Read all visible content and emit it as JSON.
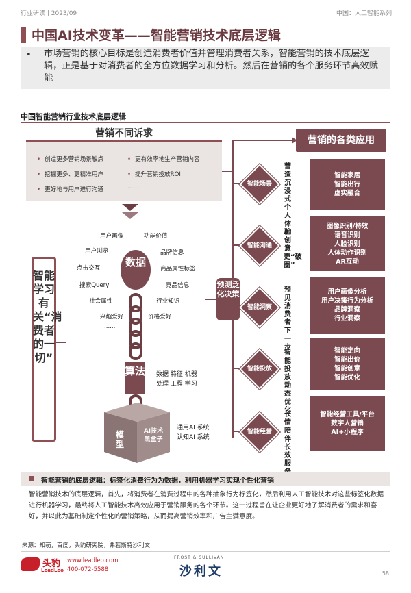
{
  "header": {
    "left": "行业研读 | 2023/09",
    "right": "中国：人工智能系列"
  },
  "title": "中国AI技术变革——智能营销技术底层逻辑",
  "intro": "市场营销的核心目标是创造消费者价值并管理消费者关系，智能营销的技术底层逻辑，正是基于对消费者的全方位数据学习和分析。然后在营销的各个服务环节高效赋能",
  "section_title": "中国智能营销行业技术底层逻辑",
  "demands": {
    "title": "营销不同诉求",
    "items": [
      "创造更多营销场景触点",
      "更有效率地生产营销内容",
      "挖掘更多、更精准用户",
      "提升营销投放ROI",
      "更好地与用户进行沟通",
      "......"
    ]
  },
  "data_node": {
    "label": "数据"
  },
  "data_tags": [
    "用户画像",
    "功能价值",
    "用户浏览",
    "品牌信息",
    "点击交互",
    "商品属性标签",
    "搜索Query",
    "竞品信息",
    "社会属性",
    "行业知识",
    "兴趣爱好",
    "价格爱好",
    "......"
  ],
  "algorithm": {
    "label": "算法",
    "desc_line1": "数据  特征  机器",
    "desc_line2": "处理  工程  学习"
  },
  "model": {
    "label": "模型",
    "box_label": "AI技术黑盒子",
    "desc_line1": "通用AI 系统",
    "desc_line2": "认知AI 系统"
  },
  "left_label": "智能学习有关“消费者的一切”",
  "predict_label": "预测泛化决策",
  "apps_title": "营销的各类应用",
  "scenes": [
    {
      "name": "智能场景",
      "desc": "营造沉浸式个人体验",
      "apps": [
        "智能家居",
        "智能出行",
        "虚实融合"
      ]
    },
    {
      "name": "智能沟通",
      "desc": "AI创意更“破圈”",
      "apps": [
        "图像识别/特效",
        "语音识别",
        "人脸识别",
        "人体动作识别",
        "AR互动"
      ]
    },
    {
      "name": "智能洞察",
      "desc": "预见消费者下一步",
      "apps": [
        "用户画像分析",
        "用户决策行为分析",
        "品牌洞察",
        "行业洞察"
      ]
    },
    {
      "name": "智能投放",
      "desc": "智能投放动态优化",
      "apps": [
        "智能定向",
        "智能出价",
        "智能创意",
        "智能优化"
      ]
    },
    {
      "name": "智能经营",
      "desc": "长情陪伴长效服务",
      "apps": [
        "智能经营工具/平台",
        "数字人营销",
        "AI+小程序"
      ]
    }
  ],
  "summary": {
    "title": "智能营销的底层逻辑：标签化消费行为为数据，利用机器学习实现个性化营销",
    "text": "智能营销技术的底层逻辑，首先，将消费者在消费过程中的各种抽象行为标签化，然后利用人工智能技术对这些标签化数据进行机器学习，最终将人工智能技术高效应用于营销服务的各个环节。这一过程旨在让企业更好地了解消费者的需求和喜好，并以此为基础制定个性化的营销策略，从而提高营销效率和广告主满意度。"
  },
  "source": "来源：知萌，百度，头豹研究院，弗若斯特沙利文",
  "footer": {
    "logo_cn": "头豹",
    "logo_en": "LeadLeo",
    "website": "www.leadleo.com",
    "phone": "400-072-5588",
    "partner_en": "FROST & SULLIVAN",
    "partner_cn": "沙利文",
    "page": "58"
  },
  "colors": {
    "accent": "#7a4a50",
    "accent_light": "#eae5e3",
    "logo_red": "#c8202a"
  }
}
